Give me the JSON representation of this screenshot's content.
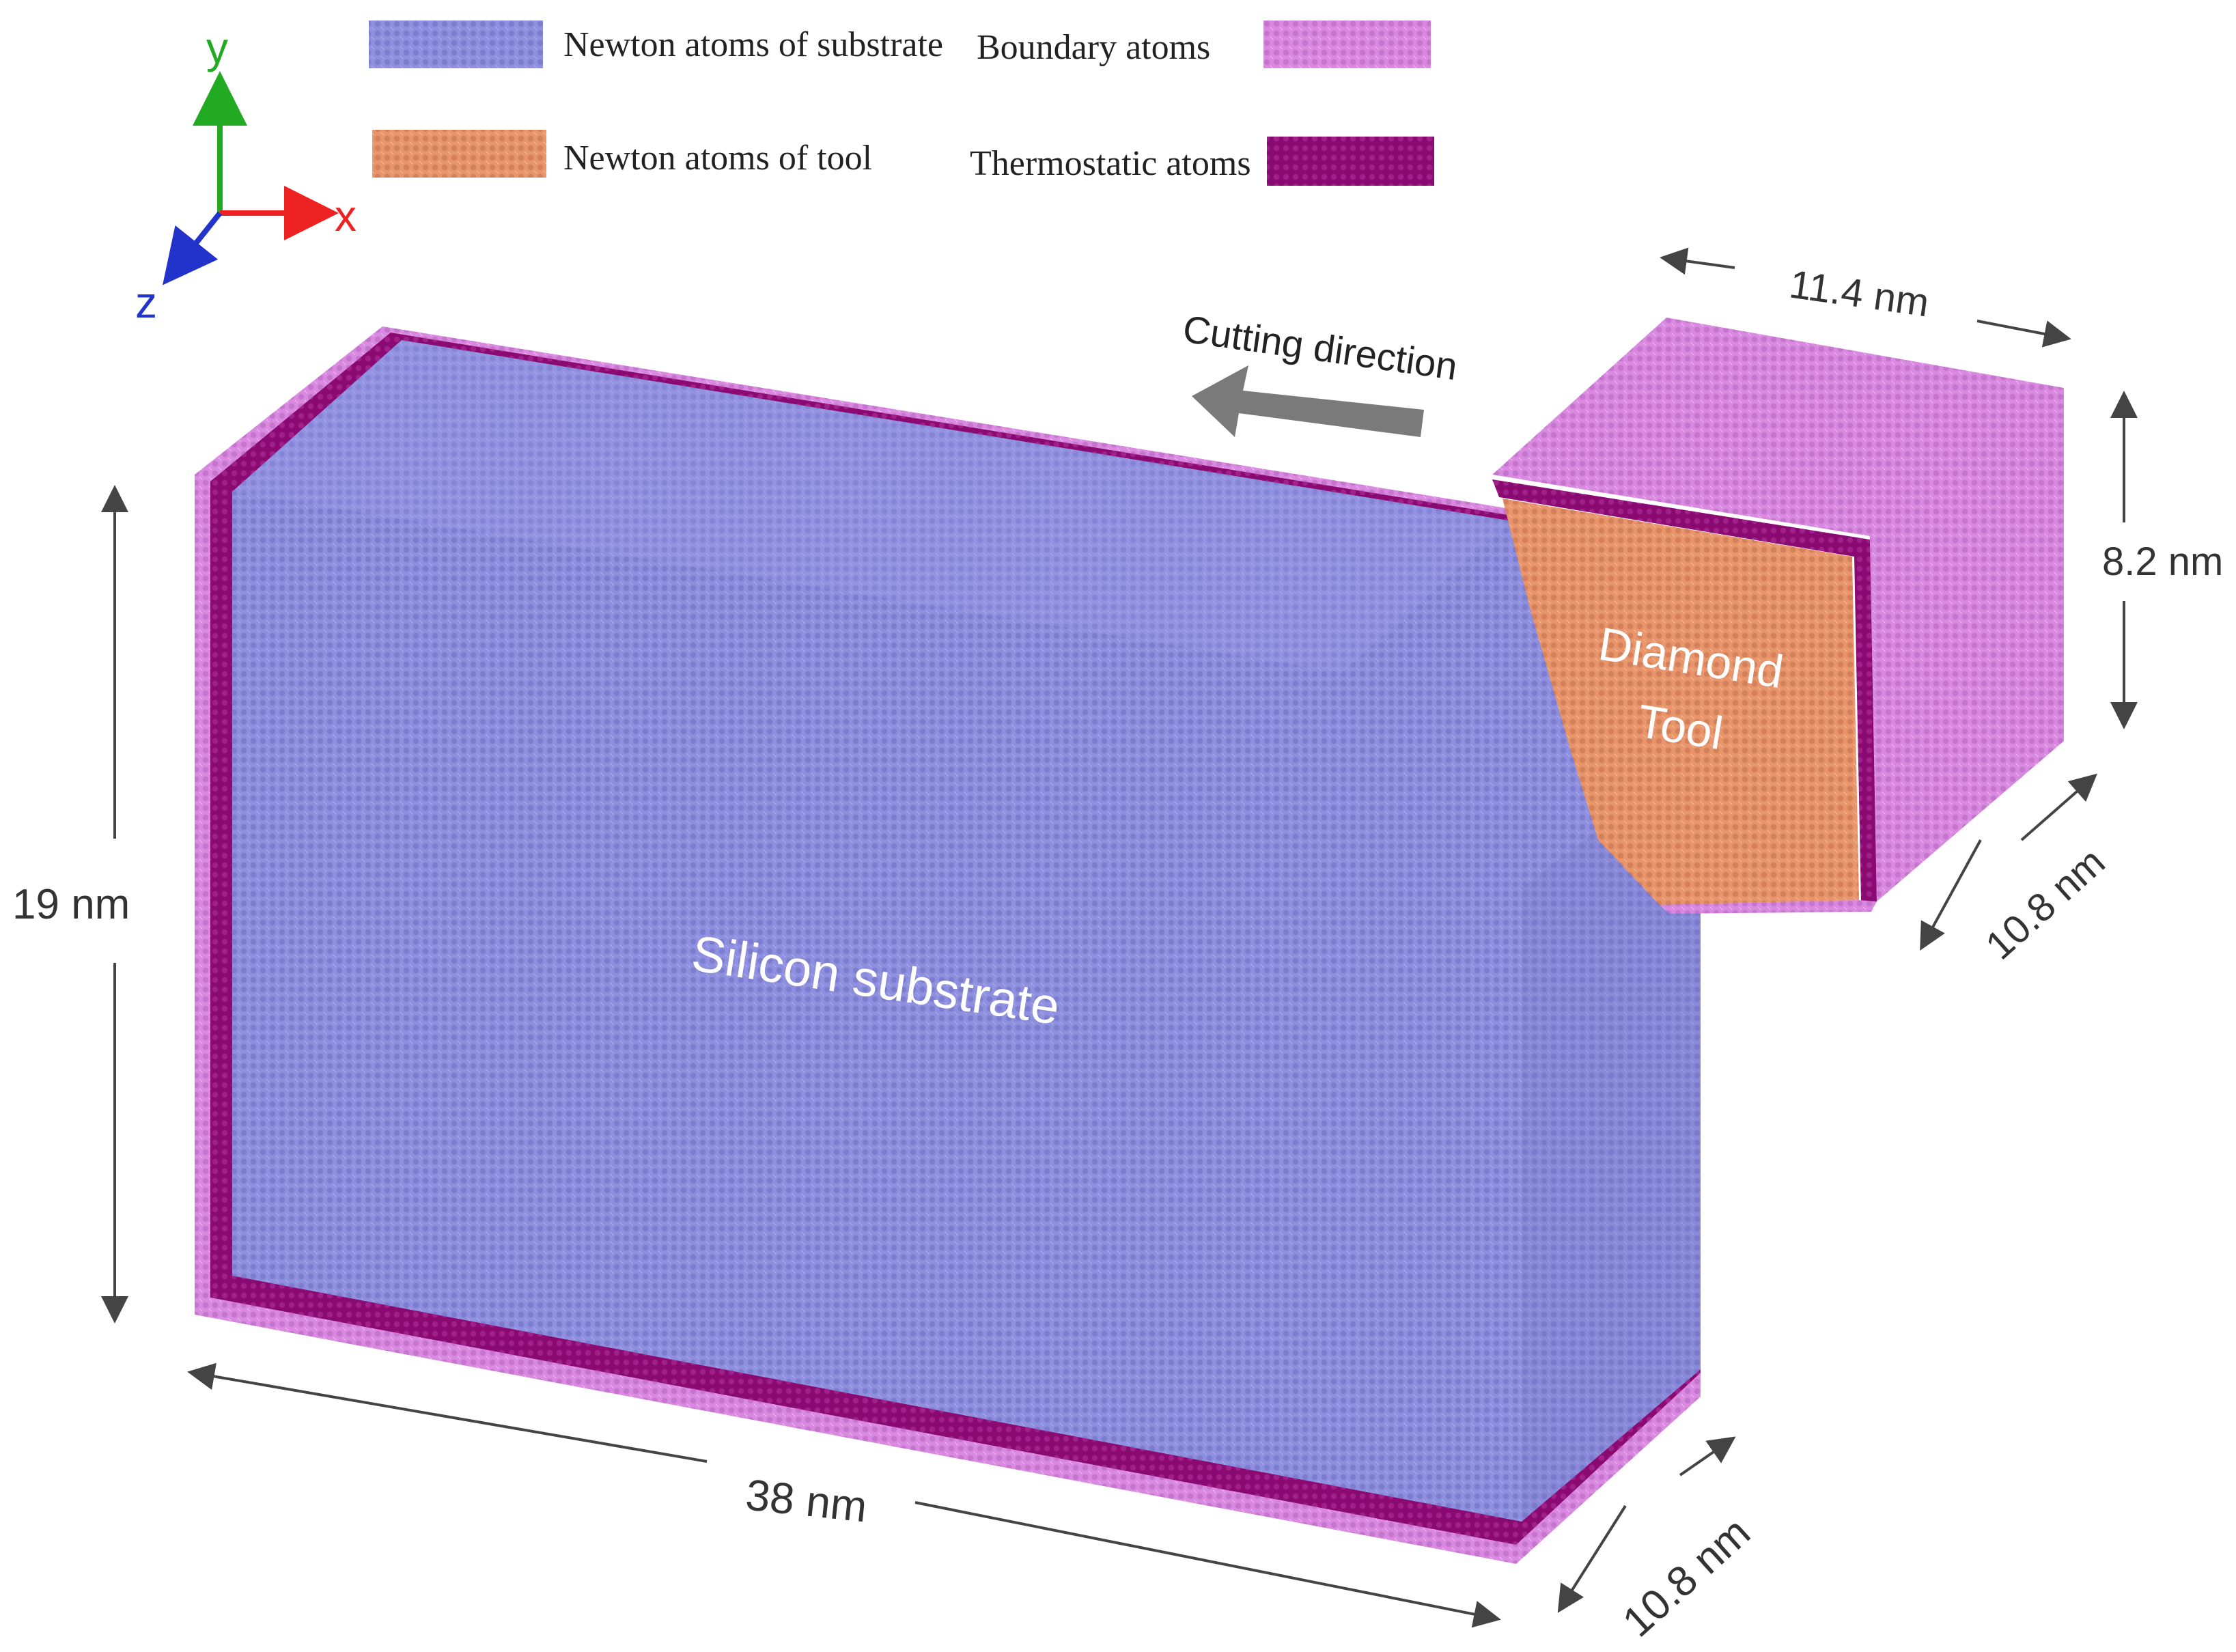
{
  "legend": {
    "newton_substrate": "Newton atoms of substrate",
    "boundary": "Boundary atoms",
    "newton_tool": "Newton atoms of tool",
    "thermostatic": "Thermostatic atoms"
  },
  "axes": {
    "y": "y",
    "x": "x",
    "z": "z"
  },
  "labels": {
    "cutting_direction": "Cutting direction",
    "diamond_line1": "Diamond",
    "diamond_line2": "Tool",
    "substrate": "Silicon substrate"
  },
  "dimensions": {
    "tool_width": "11.4 nm",
    "tool_height": "8.2 nm",
    "tool_depth": "10.8 nm",
    "substrate_height": "19 nm",
    "substrate_length": "38 nm",
    "substrate_depth": "10.8 nm"
  },
  "colors": {
    "newton_substrate": "#8f8fdf",
    "boundary": "#d98ae0",
    "newton_tool": "#e8956b",
    "thermostatic": "#8a0a72",
    "axis_y": "#22aa22",
    "axis_x": "#ee2222",
    "axis_z": "#2233cc",
    "cutting_arrow": "#7a7a7a"
  }
}
